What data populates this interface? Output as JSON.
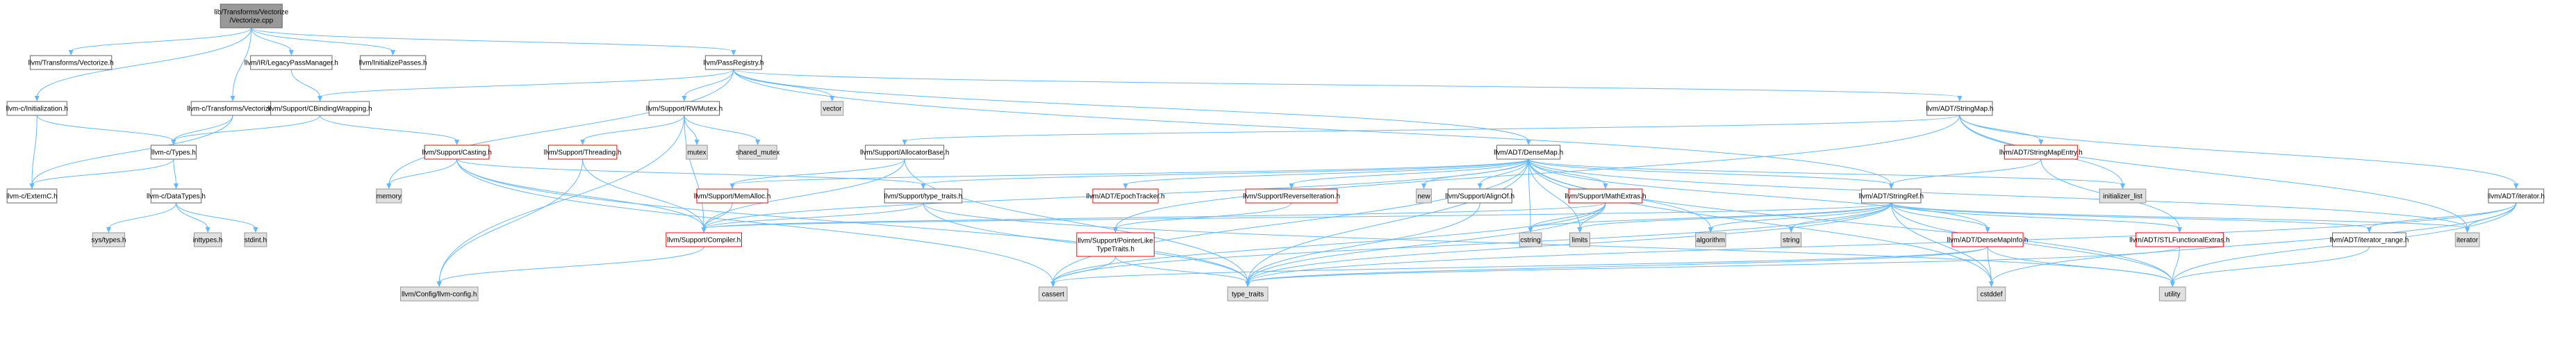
{
  "graph": {
    "title": "",
    "colors": {
      "edge": "#63b8ff",
      "root_fill": "#999999",
      "root_stroke": "#666666",
      "internal_fill": "#ffffff",
      "internal_stroke": "#666666",
      "highlight_stroke": "#ff0000",
      "system_fill": "#e0e0e0",
      "system_stroke": "#999999"
    },
    "nodes": [
      {
        "id": "root",
        "lines": [
          "lib/Transforms/Vectorize",
          "/Vectorize.cpp"
        ],
        "kind": "root"
      },
      {
        "id": "tvec",
        "lines": [
          "llvm/Transforms/Vectorize.h"
        ],
        "kind": "internal"
      },
      {
        "id": "lpm",
        "lines": [
          "llvm/IR/LegacyPassManager.h"
        ],
        "kind": "internal"
      },
      {
        "id": "initpasses",
        "lines": [
          "llvm/InitializePasses.h"
        ],
        "kind": "internal"
      },
      {
        "id": "passreg",
        "lines": [
          "llvm/PassRegistry.h"
        ],
        "kind": "internal"
      },
      {
        "id": "cinit",
        "lines": [
          "llvm-c/Initialization.h"
        ],
        "kind": "internal"
      },
      {
        "id": "ctvec",
        "lines": [
          "llvm-c/Transforms/Vectorize.h"
        ],
        "kind": "internal"
      },
      {
        "id": "cbw",
        "lines": [
          "llvm/Support/CBindingWrapping.h"
        ],
        "kind": "internal"
      },
      {
        "id": "rwmutex",
        "lines": [
          "llvm/Support/RWMutex.h"
        ],
        "kind": "internal"
      },
      {
        "id": "vector",
        "lines": [
          "vector"
        ],
        "kind": "system"
      },
      {
        "id": "stringmap",
        "lines": [
          "llvm/ADT/StringMap.h"
        ],
        "kind": "internal"
      },
      {
        "id": "ctypes",
        "lines": [
          "llvm-c/Types.h"
        ],
        "kind": "internal"
      },
      {
        "id": "casting",
        "lines": [
          "llvm/Support/Casting.h"
        ],
        "kind": "highlight"
      },
      {
        "id": "threading",
        "lines": [
          "llvm/Support/Threading.h"
        ],
        "kind": "highlight"
      },
      {
        "id": "mutex",
        "lines": [
          "mutex"
        ],
        "kind": "system"
      },
      {
        "id": "sharedmutex",
        "lines": [
          "shared_mutex"
        ],
        "kind": "system"
      },
      {
        "id": "allocbase",
        "lines": [
          "llvm/Support/AllocatorBase.h"
        ],
        "kind": "internal"
      },
      {
        "id": "densemap",
        "lines": [
          "llvm/ADT/DenseMap.h"
        ],
        "kind": "internal"
      },
      {
        "id": "smentry",
        "lines": [
          "llvm/ADT/StringMapEntry.h"
        ],
        "kind": "highlight"
      },
      {
        "id": "iterator",
        "lines": [
          "llvm/ADT/iterator.h"
        ],
        "kind": "internal"
      },
      {
        "id": "cextc",
        "lines": [
          "llvm-c/ExternC.h"
        ],
        "kind": "internal"
      },
      {
        "id": "cdatatypes",
        "lines": [
          "llvm-c/DataTypes.h"
        ],
        "kind": "internal"
      },
      {
        "id": "memory",
        "lines": [
          "memory"
        ],
        "kind": "system"
      },
      {
        "id": "memalloc",
        "lines": [
          "llvm/Support/MemAlloc.h"
        ],
        "kind": "highlight"
      },
      {
        "id": "typetraitsh",
        "lines": [
          "llvm/Support/type_traits.h"
        ],
        "kind": "internal"
      },
      {
        "id": "epoch",
        "lines": [
          "llvm/ADT/EpochTracker.h"
        ],
        "kind": "highlight"
      },
      {
        "id": "reverseiter",
        "lines": [
          "llvm/Support/ReverseIteration.h"
        ],
        "kind": "highlight"
      },
      {
        "id": "new",
        "lines": [
          "new"
        ],
        "kind": "system"
      },
      {
        "id": "alignof",
        "lines": [
          "llvm/Support/AlignOf.h"
        ],
        "kind": "internal"
      },
      {
        "id": "mathextras",
        "lines": [
          "llvm/Support/MathExtras.h"
        ],
        "kind": "highlight"
      },
      {
        "id": "stringref",
        "lines": [
          "llvm/ADT/StringRef.h"
        ],
        "kind": "internal"
      },
      {
        "id": "initlist",
        "lines": [
          "initializer_list"
        ],
        "kind": "system"
      },
      {
        "id": "systypes",
        "lines": [
          "sys/types.h"
        ],
        "kind": "system"
      },
      {
        "id": "inttypes",
        "lines": [
          "inttypes.h"
        ],
        "kind": "system"
      },
      {
        "id": "stdint",
        "lines": [
          "stdint.h"
        ],
        "kind": "system"
      },
      {
        "id": "compiler",
        "lines": [
          "llvm/Support/Compiler.h"
        ],
        "kind": "highlight"
      },
      {
        "id": "ptrlike",
        "lines": [
          "llvm/Support/PointerLike",
          "TypeTraits.h"
        ],
        "kind": "highlight"
      },
      {
        "id": "cstring",
        "lines": [
          "cstring"
        ],
        "kind": "system"
      },
      {
        "id": "limits",
        "lines": [
          "limits"
        ],
        "kind": "system"
      },
      {
        "id": "algorithm",
        "lines": [
          "algorithm"
        ],
        "kind": "system"
      },
      {
        "id": "string",
        "lines": [
          "string"
        ],
        "kind": "system"
      },
      {
        "id": "densemapinfo",
        "lines": [
          "llvm/ADT/DenseMapInfo.h"
        ],
        "kind": "highlight"
      },
      {
        "id": "stlfunc",
        "lines": [
          "llvm/ADT/STLFunctionalExtras.h"
        ],
        "kind": "highlight"
      },
      {
        "id": "iterrange",
        "lines": [
          "llvm/ADT/iterator_range.h"
        ],
        "kind": "internal"
      },
      {
        "id": "iteratorsys",
        "lines": [
          "iterator"
        ],
        "kind": "system"
      },
      {
        "id": "llvmconfig",
        "lines": [
          "llvm/Config/llvm-config.h"
        ],
        "kind": "system"
      },
      {
        "id": "cassert",
        "lines": [
          "cassert"
        ],
        "kind": "system"
      },
      {
        "id": "typetraits",
        "lines": [
          "type_traits"
        ],
        "kind": "system"
      },
      {
        "id": "cstddef",
        "lines": [
          "cstddef"
        ],
        "kind": "system"
      },
      {
        "id": "utility",
        "lines": [
          "utility"
        ],
        "kind": "system"
      }
    ],
    "edges": [
      [
        "root",
        "tvec"
      ],
      [
        "root",
        "lpm"
      ],
      [
        "root",
        "initpasses"
      ],
      [
        "root",
        "passreg"
      ],
      [
        "root",
        "cinit"
      ],
      [
        "root",
        "ctvec"
      ],
      [
        "lpm",
        "cbw"
      ],
      [
        "passreg",
        "cbw"
      ],
      [
        "passreg",
        "rwmutex"
      ],
      [
        "passreg",
        "vector"
      ],
      [
        "passreg",
        "stringmap"
      ],
      [
        "passreg",
        "densemap"
      ],
      [
        "passreg",
        "memory"
      ],
      [
        "passreg",
        "stringref"
      ],
      [
        "cinit",
        "ctypes"
      ],
      [
        "cinit",
        "cextc"
      ],
      [
        "ctvec",
        "ctypes"
      ],
      [
        "ctvec",
        "cextc"
      ],
      [
        "cbw",
        "ctypes"
      ],
      [
        "cbw",
        "casting"
      ],
      [
        "ctypes",
        "cextc"
      ],
      [
        "ctypes",
        "cdatatypes"
      ],
      [
        "cdatatypes",
        "systypes"
      ],
      [
        "cdatatypes",
        "inttypes"
      ],
      [
        "cdatatypes",
        "stdint"
      ],
      [
        "rwmutex",
        "threading"
      ],
      [
        "rwmutex",
        "mutex"
      ],
      [
        "rwmutex",
        "sharedmutex"
      ],
      [
        "rwmutex",
        "compiler"
      ],
      [
        "rwmutex",
        "llvmconfig"
      ],
      [
        "threading",
        "compiler"
      ],
      [
        "threading",
        "llvmconfig"
      ],
      [
        "casting",
        "memory"
      ],
      [
        "casting",
        "compiler"
      ],
      [
        "casting",
        "typetraits"
      ],
      [
        "casting",
        "cassert"
      ],
      [
        "casting",
        "typetraitsh"
      ],
      [
        "stringmap",
        "allocbase"
      ],
      [
        "stringmap",
        "smentry"
      ],
      [
        "stringmap",
        "iterator"
      ],
      [
        "stringmap",
        "initlist"
      ],
      [
        "stringmap",
        "iteratorsys"
      ],
      [
        "stringmap",
        "ptrlike"
      ],
      [
        "allocbase",
        "memalloc"
      ],
      [
        "allocbase",
        "compiler"
      ],
      [
        "allocbase",
        "typetraits"
      ],
      [
        "memalloc",
        "compiler"
      ],
      [
        "densemap",
        "epoch"
      ],
      [
        "densemap",
        "reverseiter"
      ],
      [
        "densemap",
        "new"
      ],
      [
        "densemap",
        "alignof"
      ],
      [
        "densemap",
        "mathextras"
      ],
      [
        "densemap",
        "stringref"
      ],
      [
        "densemap",
        "initlist"
      ],
      [
        "densemap",
        "memalloc"
      ],
      [
        "densemap",
        "typetraitsh"
      ],
      [
        "densemap",
        "densemapinfo"
      ],
      [
        "densemap",
        "algorithm"
      ],
      [
        "densemap",
        "cassert"
      ],
      [
        "densemap",
        "cstddef"
      ],
      [
        "densemap",
        "iteratorsys"
      ],
      [
        "densemap",
        "typetraits"
      ],
      [
        "densemap",
        "utility"
      ],
      [
        "densemap",
        "compiler"
      ],
      [
        "densemap",
        "limits"
      ],
      [
        "densemap",
        "cstring"
      ],
      [
        "typetraitsh",
        "compiler"
      ],
      [
        "typetraitsh",
        "typetraits"
      ],
      [
        "typetraitsh",
        "utility"
      ],
      [
        "reverseiter",
        "ptrlike"
      ],
      [
        "alignof",
        "typetraits"
      ],
      [
        "mathextras",
        "compiler"
      ],
      [
        "mathextras",
        "cassert"
      ],
      [
        "mathextras",
        "climits_dummy"
      ],
      [
        "mathextras",
        "cstring"
      ],
      [
        "mathextras",
        "limits"
      ],
      [
        "mathextras",
        "typetraits"
      ],
      [
        "smentry",
        "stlfunc"
      ],
      [
        "smentry",
        "stringref"
      ],
      [
        "stringref",
        "compiler"
      ],
      [
        "stringref",
        "densemapinfo"
      ],
      [
        "stringref",
        "stlfunc"
      ],
      [
        "stringref",
        "iterrange"
      ],
      [
        "stringref",
        "algorithm"
      ],
      [
        "stringref",
        "cassert"
      ],
      [
        "stringref",
        "cstddef"
      ],
      [
        "stringref",
        "cstring"
      ],
      [
        "stringref",
        "iteratorsys"
      ],
      [
        "stringref",
        "limits"
      ],
      [
        "stringref",
        "string"
      ],
      [
        "stringref",
        "typetraits"
      ],
      [
        "stringref",
        "utility"
      ],
      [
        "densemapinfo",
        "cassert"
      ],
      [
        "densemapinfo",
        "cstddef"
      ],
      [
        "densemapinfo",
        "typetraits"
      ],
      [
        "densemapinfo",
        "utility"
      ],
      [
        "stlfunc",
        "typetraits"
      ],
      [
        "stlfunc",
        "utility"
      ],
      [
        "ptrlike",
        "cassert"
      ],
      [
        "ptrlike",
        "typetraits"
      ],
      [
        "compiler",
        "llvmconfig"
      ],
      [
        "iterator",
        "iterrange"
      ],
      [
        "iterator",
        "iteratorsys"
      ],
      [
        "iterator",
        "cstddef"
      ],
      [
        "iterator",
        "typetraits"
      ],
      [
        "iterator",
        "utility"
      ],
      [
        "iterrange",
        "utility"
      ]
    ]
  }
}
